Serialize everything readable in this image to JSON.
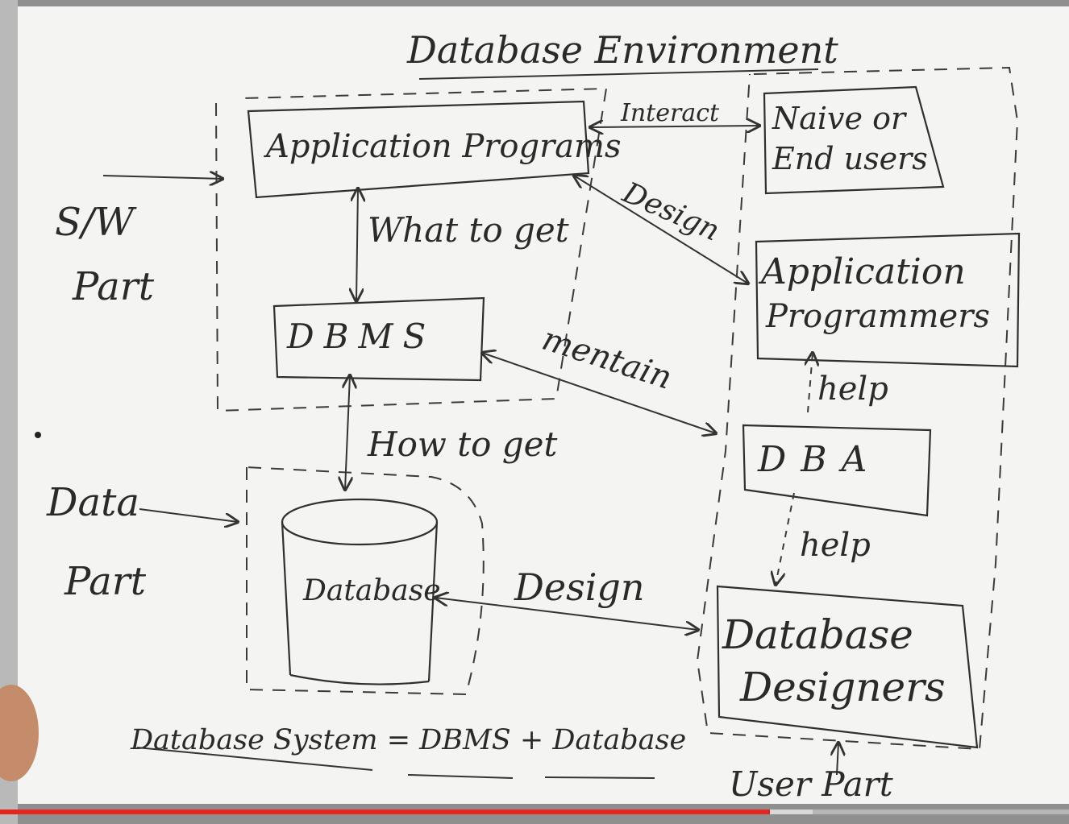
{
  "title": "Database Environment",
  "software_part": {
    "line1": "S/W",
    "line2": "Part"
  },
  "data_part": {
    "line1": "Data",
    "line2": "Part"
  },
  "components": {
    "application_programs": "Application Programs",
    "dbms": "DBMS",
    "database": "Database"
  },
  "users": {
    "naive_line1": "Naive or",
    "naive_line2": "End users",
    "programmers_line1": "Application",
    "programmers_line2": "Programmers",
    "dba": "DBA",
    "designers_line1": "Database",
    "designers_line2": "Designers"
  },
  "relations": {
    "interact": "Interact",
    "design_top": "Design",
    "what_to_get": "What to get",
    "maintain": "mentain",
    "how_to_get": "How to get",
    "design_bottom": "Design",
    "help_1": "help",
    "help_2": "help"
  },
  "footer": {
    "system_equation": "Database System = DBMS + Database",
    "user_part": "User Part"
  },
  "video": {
    "played_fraction": 0.72,
    "buffered_fraction": 0.76
  },
  "colors": {
    "board": "#f4f4f2",
    "frame": "#9a9a9a",
    "ink": "#2a2a2a",
    "progress": "#e52620"
  }
}
